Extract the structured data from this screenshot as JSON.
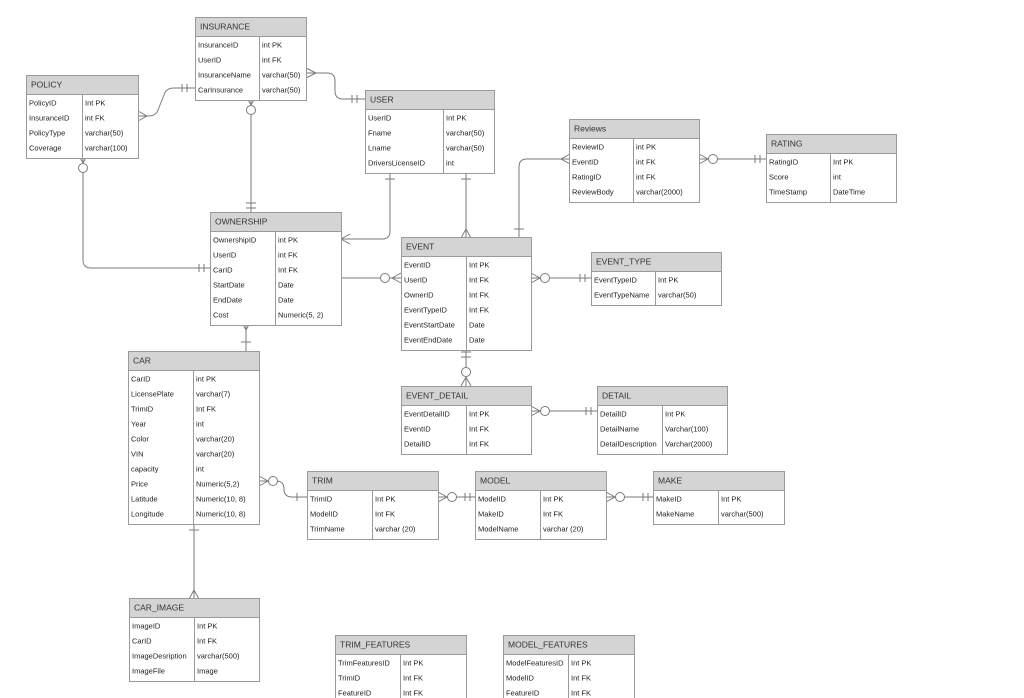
{
  "entities": [
    {
      "id": "insurance",
      "title": "INSURANCE",
      "rows": [
        [
          "InsuranceID",
          "int PK"
        ],
        [
          "UserID",
          "int FK"
        ],
        [
          "InsuranceName",
          "varchar(50)"
        ],
        [
          "CarInsurance",
          "varchar(50)"
        ]
      ]
    },
    {
      "id": "policy",
      "title": "POLICY",
      "rows": [
        [
          "PolicyID",
          "Int PK"
        ],
        [
          "InsuranceID",
          "int FK"
        ],
        [
          "PolicyType",
          "varchar(50)"
        ],
        [
          "Coverage",
          "varchar(100)"
        ]
      ]
    },
    {
      "id": "user",
      "title": "USER",
      "rows": [
        [
          "UserID",
          "Int PK"
        ],
        [
          "Fname",
          "varchar(50)"
        ],
        [
          "Lname",
          "varchar(50)"
        ],
        [
          "DriversLicenseID",
          "int"
        ]
      ]
    },
    {
      "id": "reviews",
      "title": "Reviews",
      "rows": [
        [
          "ReviewID",
          "int PK"
        ],
        [
          "EventID",
          "int FK"
        ],
        [
          "RatingID",
          "int FK"
        ],
        [
          "ReviewBody",
          "varchar(2000)"
        ]
      ]
    },
    {
      "id": "rating",
      "title": "RATING",
      "rows": [
        [
          "RatingID",
          "Int PK"
        ],
        [
          "Score",
          "int"
        ],
        [
          "TimeStamp",
          "DateTime"
        ]
      ]
    },
    {
      "id": "ownership",
      "title": "OWNERSHIP",
      "rows": [
        [
          "OwnershipID",
          "int PK"
        ],
        [
          "UserID",
          "int FK"
        ],
        [
          "CarID",
          "Int FK"
        ],
        [
          "StartDate",
          "Date"
        ],
        [
          "EndDate",
          "Date"
        ],
        [
          "Cost",
          "Numeric(5, 2)"
        ]
      ]
    },
    {
      "id": "event",
      "title": "EVENT",
      "rows": [
        [
          "EventID",
          "Int PK"
        ],
        [
          "UserID",
          "Int FK"
        ],
        [
          "OwnerID",
          "Int FK"
        ],
        [
          "EventTypeID",
          "Int FK"
        ],
        [
          "EventStartDate",
          "Date"
        ],
        [
          "EventEndDate",
          "Date"
        ]
      ]
    },
    {
      "id": "event_type",
      "title": "EVENT_TYPE",
      "rows": [
        [
          "EventTypeID",
          "Int PK"
        ],
        [
          "EventTypeName",
          "varchar(50)"
        ]
      ]
    },
    {
      "id": "car",
      "title": "CAR",
      "rows": [
        [
          "CarID",
          "int PK"
        ],
        [
          "LicensePlate",
          "varchar(7)"
        ],
        [
          "TrimID",
          "Int FK"
        ],
        [
          "Year",
          "int"
        ],
        [
          "Color",
          "varchar(20)"
        ],
        [
          "VIN",
          "varchar(20)"
        ],
        [
          "capacity",
          "int"
        ],
        [
          "Price",
          "Numeric(5,2)"
        ],
        [
          "Latitude",
          "Numeric(10, 8)"
        ],
        [
          "Longitude",
          "Numeric(10, 8)"
        ]
      ]
    },
    {
      "id": "event_detail",
      "title": "EVENT_DETAIL",
      "rows": [
        [
          "EventDetailID",
          "Int PK"
        ],
        [
          "EventID",
          "Int FK"
        ],
        [
          "DetailID",
          "Int FK"
        ]
      ]
    },
    {
      "id": "detail",
      "title": "DETAIL",
      "rows": [
        [
          "DetailID",
          "Int PK"
        ],
        [
          "DetailName",
          "Varchar(100)"
        ],
        [
          "DetailDescription",
          "Varchar(2000)"
        ]
      ]
    },
    {
      "id": "trim",
      "title": "TRIM",
      "rows": [
        [
          "TrimID",
          "Int PK"
        ],
        [
          "ModelID",
          "Int FK"
        ],
        [
          "TrimName",
          "varchar (20)"
        ]
      ]
    },
    {
      "id": "model",
      "title": "MODEL",
      "rows": [
        [
          "ModelID",
          "Int PK"
        ],
        [
          "MakeID",
          "Int FK"
        ],
        [
          "ModelName",
          "varchar (20)"
        ]
      ]
    },
    {
      "id": "make",
      "title": "MAKE",
      "rows": [
        [
          "MakeID",
          "Int PK"
        ],
        [
          "MakeName",
          "varchar(500)"
        ]
      ]
    },
    {
      "id": "car_image",
      "title": "CAR_IMAGE",
      "rows": [
        [
          "ImageID",
          "Int PK"
        ],
        [
          "CarID",
          "Int FK"
        ],
        [
          "ImageDesription",
          "varchar(500)"
        ],
        [
          "ImageFile",
          "Image"
        ]
      ]
    },
    {
      "id": "trim_features",
      "title": "TRIM_FEATURES",
      "rows": [
        [
          "TrimFeaturesID",
          "Int PK"
        ],
        [
          "TrimID",
          "Int FK"
        ],
        [
          "FeatureID",
          "Int FK"
        ]
      ]
    },
    {
      "id": "model_features",
      "title": "MODEL_FEATURES",
      "rows": [
        [
          "ModelFeaturesID",
          "Int PK"
        ],
        [
          "ModelID",
          "Int FK"
        ],
        [
          "FeatureID",
          "Int FK"
        ]
      ]
    }
  ],
  "relationships": [
    {
      "from": "policy",
      "to": "insurance"
    },
    {
      "from": "insurance",
      "to": "user"
    },
    {
      "from": "insurance",
      "to": "ownership"
    },
    {
      "from": "policy",
      "to": "ownership"
    },
    {
      "from": "user",
      "to": "ownership"
    },
    {
      "from": "user",
      "to": "event"
    },
    {
      "from": "ownership",
      "to": "event"
    },
    {
      "from": "ownership",
      "to": "car"
    },
    {
      "from": "reviews",
      "to": "event"
    },
    {
      "from": "reviews",
      "to": "rating"
    },
    {
      "from": "event",
      "to": "event_type"
    },
    {
      "from": "event",
      "to": "event_detail"
    },
    {
      "from": "event_detail",
      "to": "detail"
    },
    {
      "from": "car",
      "to": "trim"
    },
    {
      "from": "trim",
      "to": "model"
    },
    {
      "from": "model",
      "to": "make"
    },
    {
      "from": "car",
      "to": "car_image"
    }
  ],
  "style": {
    "header_fill": "#d4d4d4",
    "border": "#9a9a9a",
    "connector": "#7a7a7a"
  }
}
